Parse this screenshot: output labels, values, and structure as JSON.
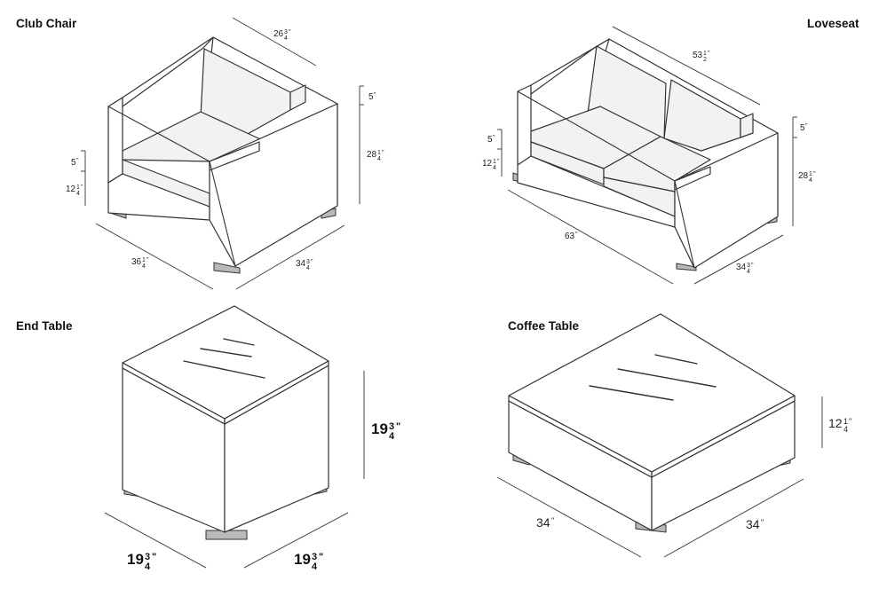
{
  "titles": {
    "club_chair": "Club Chair",
    "loveseat": "Loveseat",
    "end_table": "End Table",
    "coffee_table": "Coffee Table"
  },
  "club_chair": {
    "depth_top": {
      "whole": "26",
      "num": "3",
      "den": "4",
      "mark": "\""
    },
    "back_height": {
      "whole": "5",
      "mark": "\""
    },
    "total_height": {
      "whole": "28",
      "num": "1",
      "den": "4",
      "mark": "\""
    },
    "arm_height": {
      "whole": "5",
      "mark": "\""
    },
    "seat_height": {
      "whole": "12",
      "num": "1",
      "den": "4",
      "mark": "\""
    },
    "width": {
      "whole": "36",
      "num": "1",
      "den": "4",
      "mark": "\""
    },
    "depth": {
      "whole": "34",
      "num": "3",
      "den": "4",
      "mark": "\""
    }
  },
  "loveseat": {
    "back_width": {
      "whole": "53",
      "num": "1",
      "den": "2",
      "mark": "\""
    },
    "back_height": {
      "whole": "5",
      "mark": "\""
    },
    "total_height": {
      "whole": "28",
      "num": "1",
      "den": "4",
      "mark": "\""
    },
    "arm_height": {
      "whole": "5",
      "mark": "\""
    },
    "seat_height": {
      "whole": "12",
      "num": "1",
      "den": "4",
      "mark": "\""
    },
    "width": {
      "whole": "63",
      "mark": "\""
    },
    "depth": {
      "whole": "34",
      "num": "3",
      "den": "4",
      "mark": "\""
    }
  },
  "end_table": {
    "height": {
      "whole": "19",
      "num": "3",
      "den": "4",
      "mark": "\""
    },
    "width": {
      "whole": "19",
      "num": "3",
      "den": "4",
      "mark": "\""
    },
    "depth": {
      "whole": "19",
      "num": "3",
      "den": "4",
      "mark": "\""
    }
  },
  "coffee_table": {
    "height": {
      "whole": "12",
      "num": "1",
      "den": "4",
      "mark": "\""
    },
    "width": {
      "whole": "34",
      "mark": "\""
    },
    "depth": {
      "whole": "34",
      "mark": "\""
    }
  }
}
